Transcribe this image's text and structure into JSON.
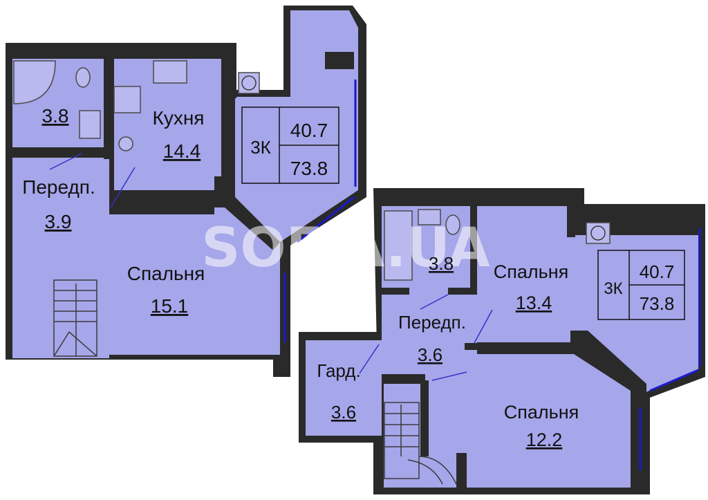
{
  "watermark": "SOFIA.UA",
  "colors": {
    "room": "#a6a6ea",
    "wall": "#2a2a2a",
    "window": "#1a1acc",
    "door_line": "#3232c8"
  },
  "level1": {
    "rooms": [
      {
        "name": "",
        "area": "3.8"
      },
      {
        "name": "Кухня",
        "area": "14.4"
      },
      {
        "name": "Передп.",
        "area": "3.9"
      },
      {
        "name": "Спальня",
        "area": "15.1"
      }
    ],
    "summary": {
      "rooms_code": "3К",
      "living_area": "40.7",
      "total_area": "73.8"
    }
  },
  "level2": {
    "rooms": [
      {
        "name": "",
        "area": "3.8"
      },
      {
        "name": "Спальня",
        "area": "13.4"
      },
      {
        "name": "Передп.",
        "area": "3.6"
      },
      {
        "name": "Гард.",
        "area": "3.6"
      },
      {
        "name": "Спальня",
        "area": "12.2"
      }
    ],
    "summary": {
      "rooms_code": "3К",
      "living_area": "40.7",
      "total_area": "73.8"
    }
  }
}
